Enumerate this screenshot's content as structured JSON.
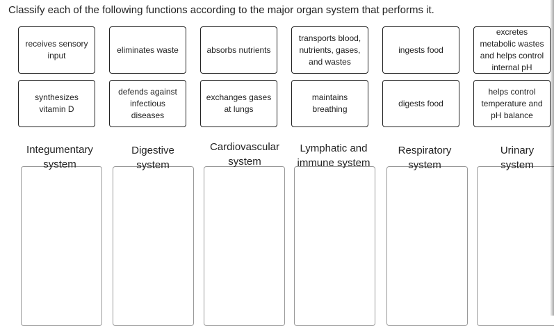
{
  "prompt": "Classify each of the following functions according to the major organ system that performs it.",
  "cards_row1": [
    "receives sensory\ninput",
    "eliminates waste",
    "absorbs nutrients",
    "transports blood,\nnutrients, gases,\nand wastes",
    "ingests food",
    "excretes\nmetabolic wastes\nand helps control\ninternal pH"
  ],
  "cards_row2": [
    "synthesizes\nvitamin D",
    "defends against\ninfectious\ndiseases",
    "exchanges gases\nat lungs",
    "maintains\nbreathing",
    "digests food",
    "helps control\ntemperature and\npH balance"
  ],
  "categories": [
    "Integumentary\nsystem",
    "Digestive\nsystem",
    "Cardiovascular\nsystem",
    "Lymphatic and\nimmune system",
    "Respiratory\nsystem",
    "Urinary\nsystem"
  ]
}
